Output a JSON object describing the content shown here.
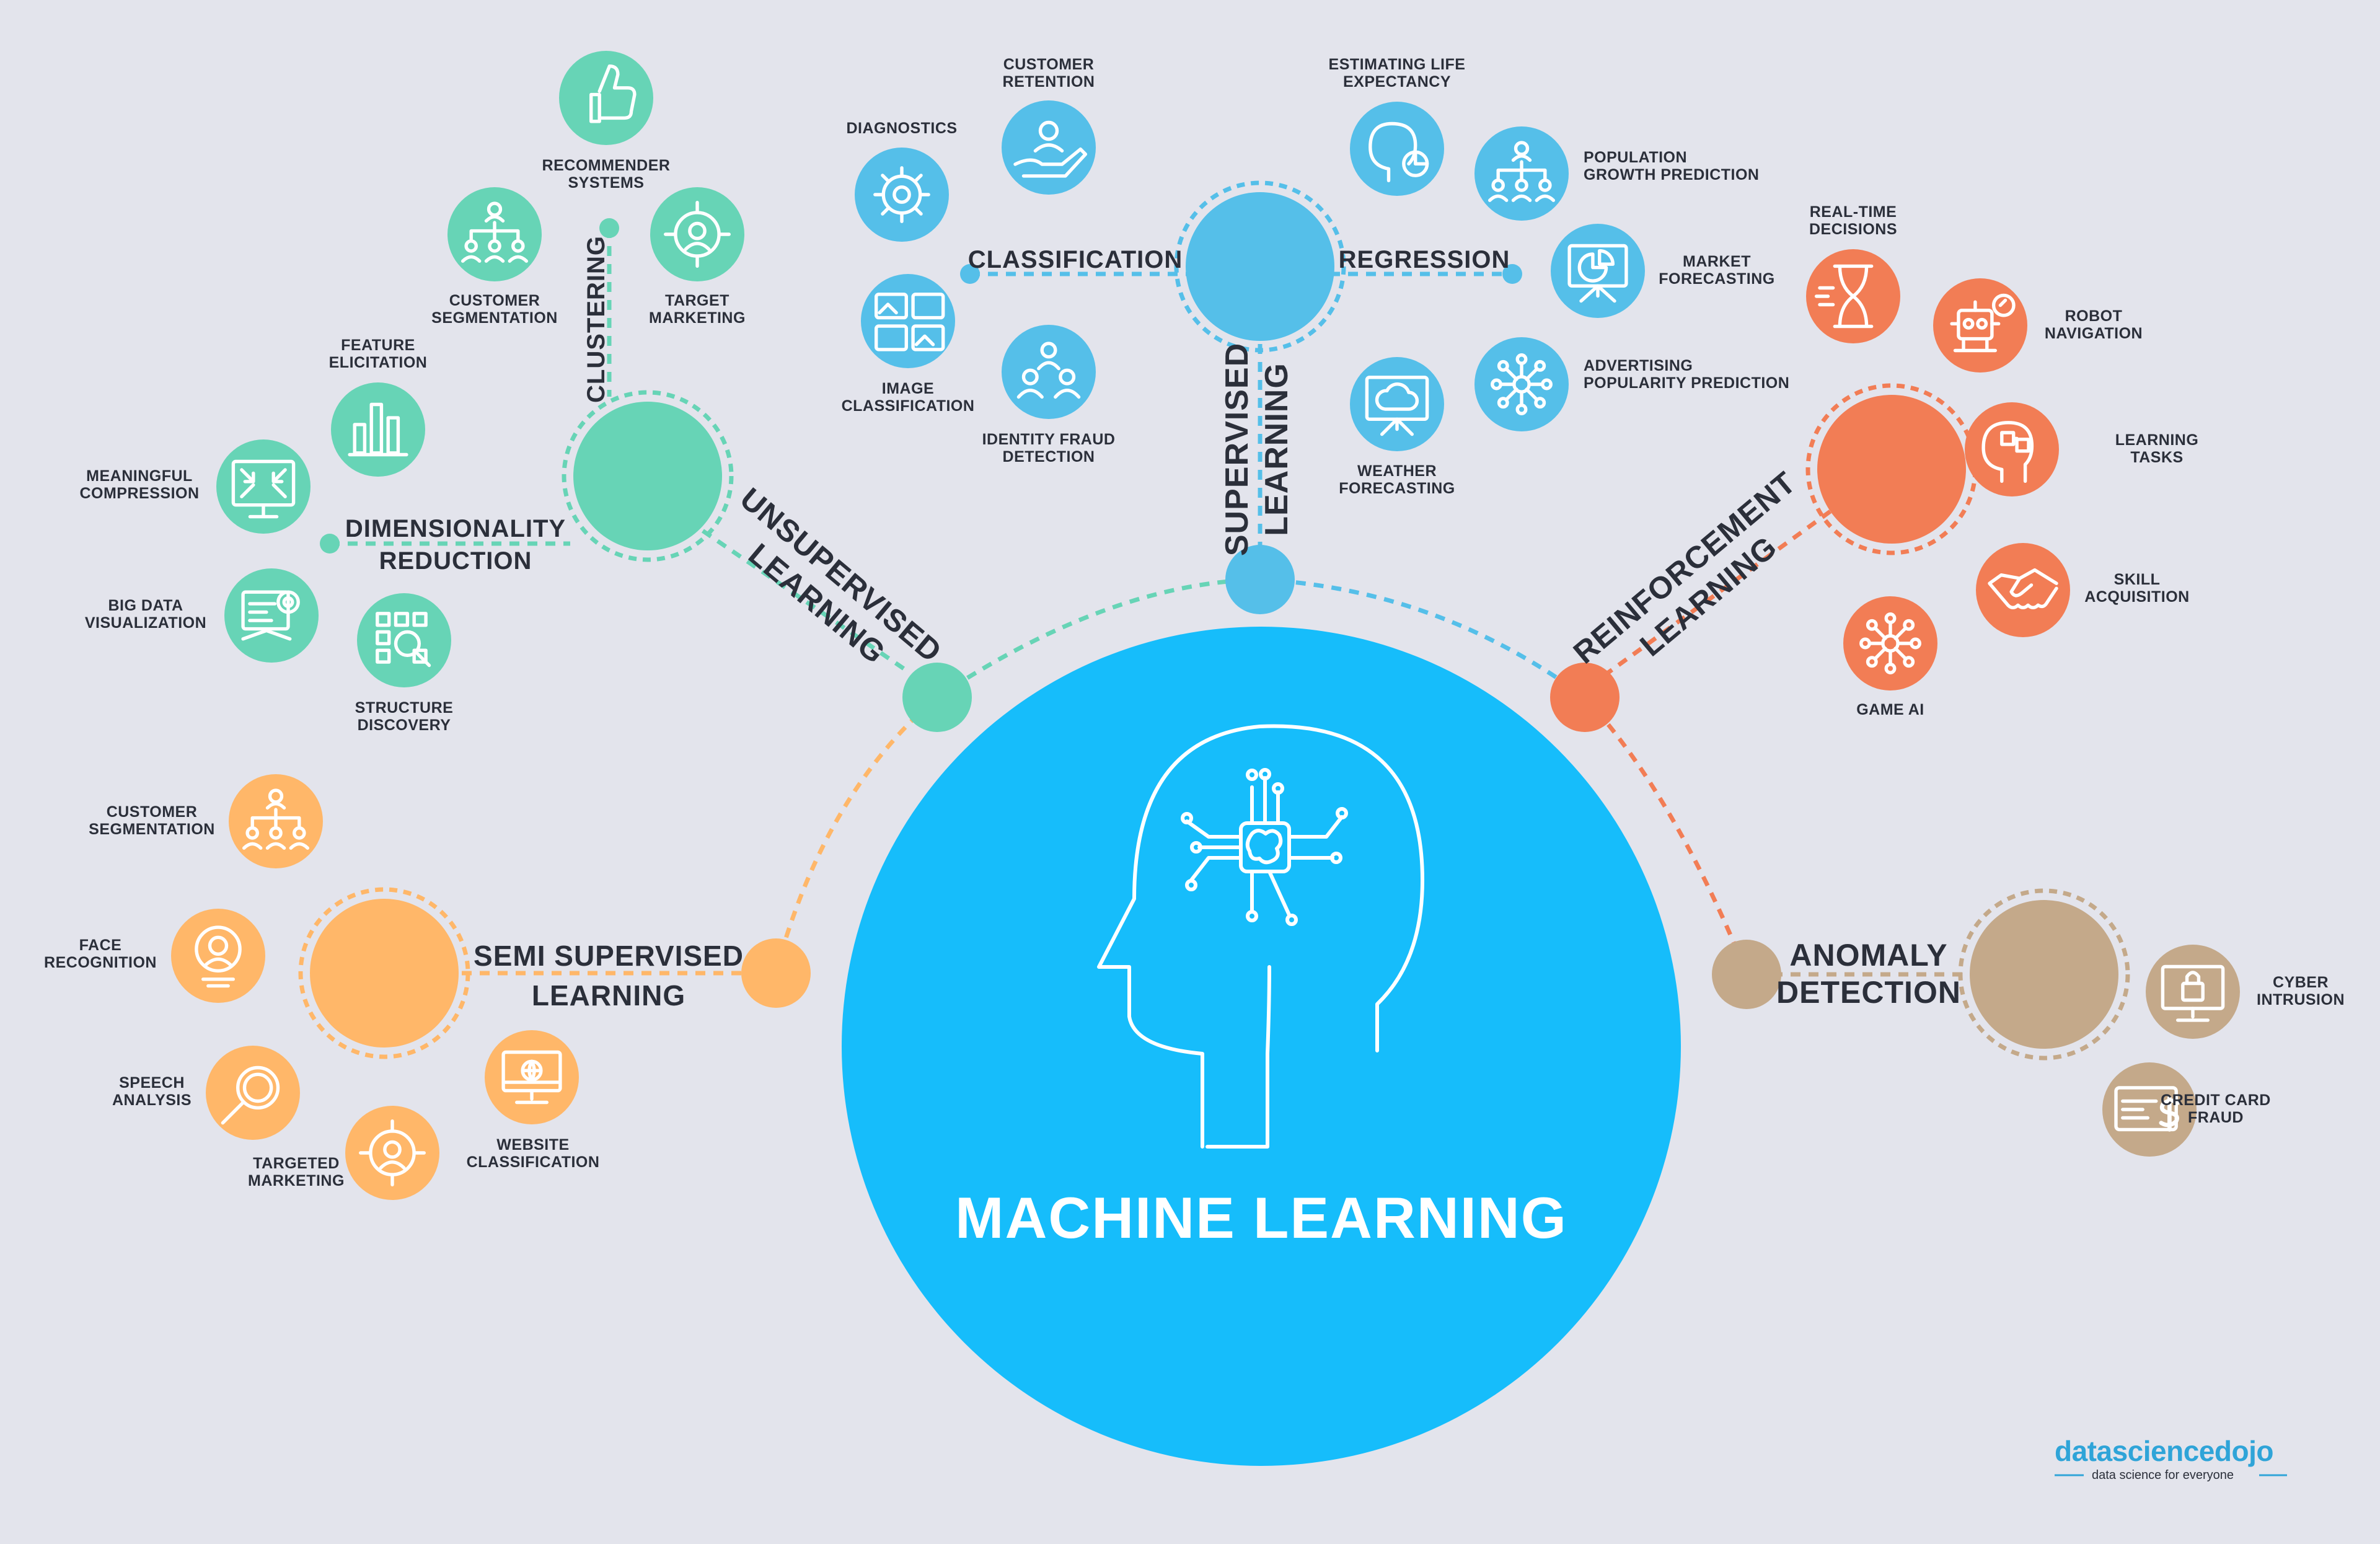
{
  "title": "MACHINE LEARNING",
  "colors": {
    "background": "#e3e4ec",
    "center": "#16bdfb",
    "supervised": "#55bfe9",
    "unsupervised": "#67d4b6",
    "reinforcement": "#f27d55",
    "semi_supervised": "#ffb769",
    "anomaly": "#c4a98a"
  },
  "branches": {
    "supervised": "SUPERVISED LEARNING",
    "unsupervised": "UNSUPERVISED LEARNING",
    "reinforcement": "REINFORCEMENT LEARNING",
    "semi_supervised": "SEMI SUPERVISED LEARNING",
    "anomaly": "ANOMALY DETECTION"
  },
  "sub_branches": {
    "classification": "CLASSIFICATION",
    "regression": "REGRESSION",
    "clustering": "CLUSTERING",
    "dimensionality": "DIMENSIONALITY REDUCTION"
  },
  "leaves": {
    "diagnostics": "DIAGNOSTICS",
    "customer_retention": "CUSTOMER RETENTION",
    "image_classification": "IMAGE CLASSIFICATION",
    "identity_fraud": "IDENTITY FRAUD DETECTION",
    "life_expectancy": "ESTIMATING LIFE EXPECTANCY",
    "population_growth": "POPULATION GROWTH PREDICTION",
    "market_forecasting": "MARKET FORECASTING",
    "advertising": "ADVERTISING POPULARITY PREDICTION",
    "weather": "WEATHER FORECASTING",
    "recommender": "RECOMMENDER SYSTEMS",
    "customer_segmentation_u": "CUSTOMER SEGMENTATION",
    "target_marketing": "TARGET MARKETING",
    "feature_elicitation": "FEATURE ELICITATION",
    "meaningful_compression": "MEANINGFUL COMPRESSION",
    "big_data": "BIG DATA VISUALIZATION",
    "structure_discovery": "STRUCTURE DISCOVERY",
    "realtime": "REAL-TIME DECISIONS",
    "robot_navigation": "ROBOT NAVIGATION",
    "learning_tasks": "LEARNING TASKS",
    "skill_acquisition": "SKILL ACQUISITION",
    "game_ai": "GAME AI",
    "customer_segmentation_s": "CUSTOMER SEGMENTATION",
    "face_recognition": "FACE RECOGNITION",
    "speech_analysis": "SPEECH ANALYSIS",
    "targeted_marketing": "TARGETED MARKETING",
    "website_classification": "WEBSITE CLASSIFICATION",
    "cyber_intrusion": "CYBER INTRUSION",
    "credit_card": "CREDIT CARD FRAUD"
  },
  "logo": {
    "name": "datasciencedojo",
    "tagline": "data science for everyone"
  }
}
